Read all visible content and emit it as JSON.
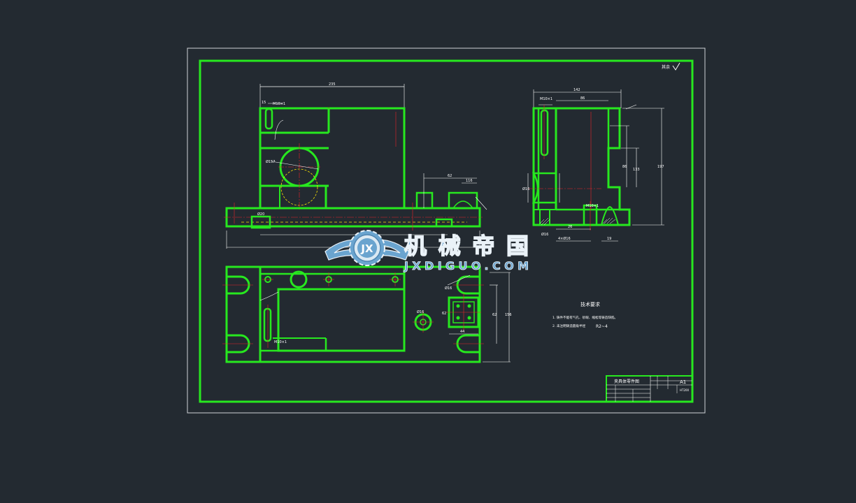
{
  "colors": {
    "background": "#232a31",
    "sheet_border": "#cfd3d6",
    "outline": "#27e81f",
    "dimension": "#ffffff",
    "centerline": "#e8222a",
    "hidden": "#ffe600",
    "watermark_blue": "#6aa4cf"
  },
  "drawing": {
    "roughness_symbol": "其余",
    "dimensions": {
      "top_overall": "235",
      "top_m10": "M10×1",
      "top_15": "15",
      "top_dia": "Ø157",
      "top_40": "Ø20",
      "right_dims": [
        "62",
        "116"
      ],
      "side_overall": "142",
      "side_m10": "M10×1",
      "side_inner": "86",
      "side_height": "197",
      "side_mid": "133",
      "side_sub": "86",
      "side_left": "Ø16",
      "side_bottom": [
        "M10×1",
        "26",
        "Ø16",
        "19"
      ],
      "plan_m10": "M10×1",
      "plan_right": [
        "Ø16",
        "44",
        "62",
        "62",
        "156"
      ]
    },
    "notes": {
      "heading": "技术要求",
      "line1": "1. 铸件不能有气孔、砂眼、缩松等铸造缺陷。",
      "line2": "2. 未注明铸造圆角半径",
      "line2_value": "R2~4"
    },
    "title_block": {
      "name": "夹具体零件图",
      "size": "A1",
      "mark": "HT200"
    }
  },
  "watermark": {
    "logo_letters": "JX",
    "chinese": "机械帝国",
    "english": "JXDIGUO.COM"
  }
}
